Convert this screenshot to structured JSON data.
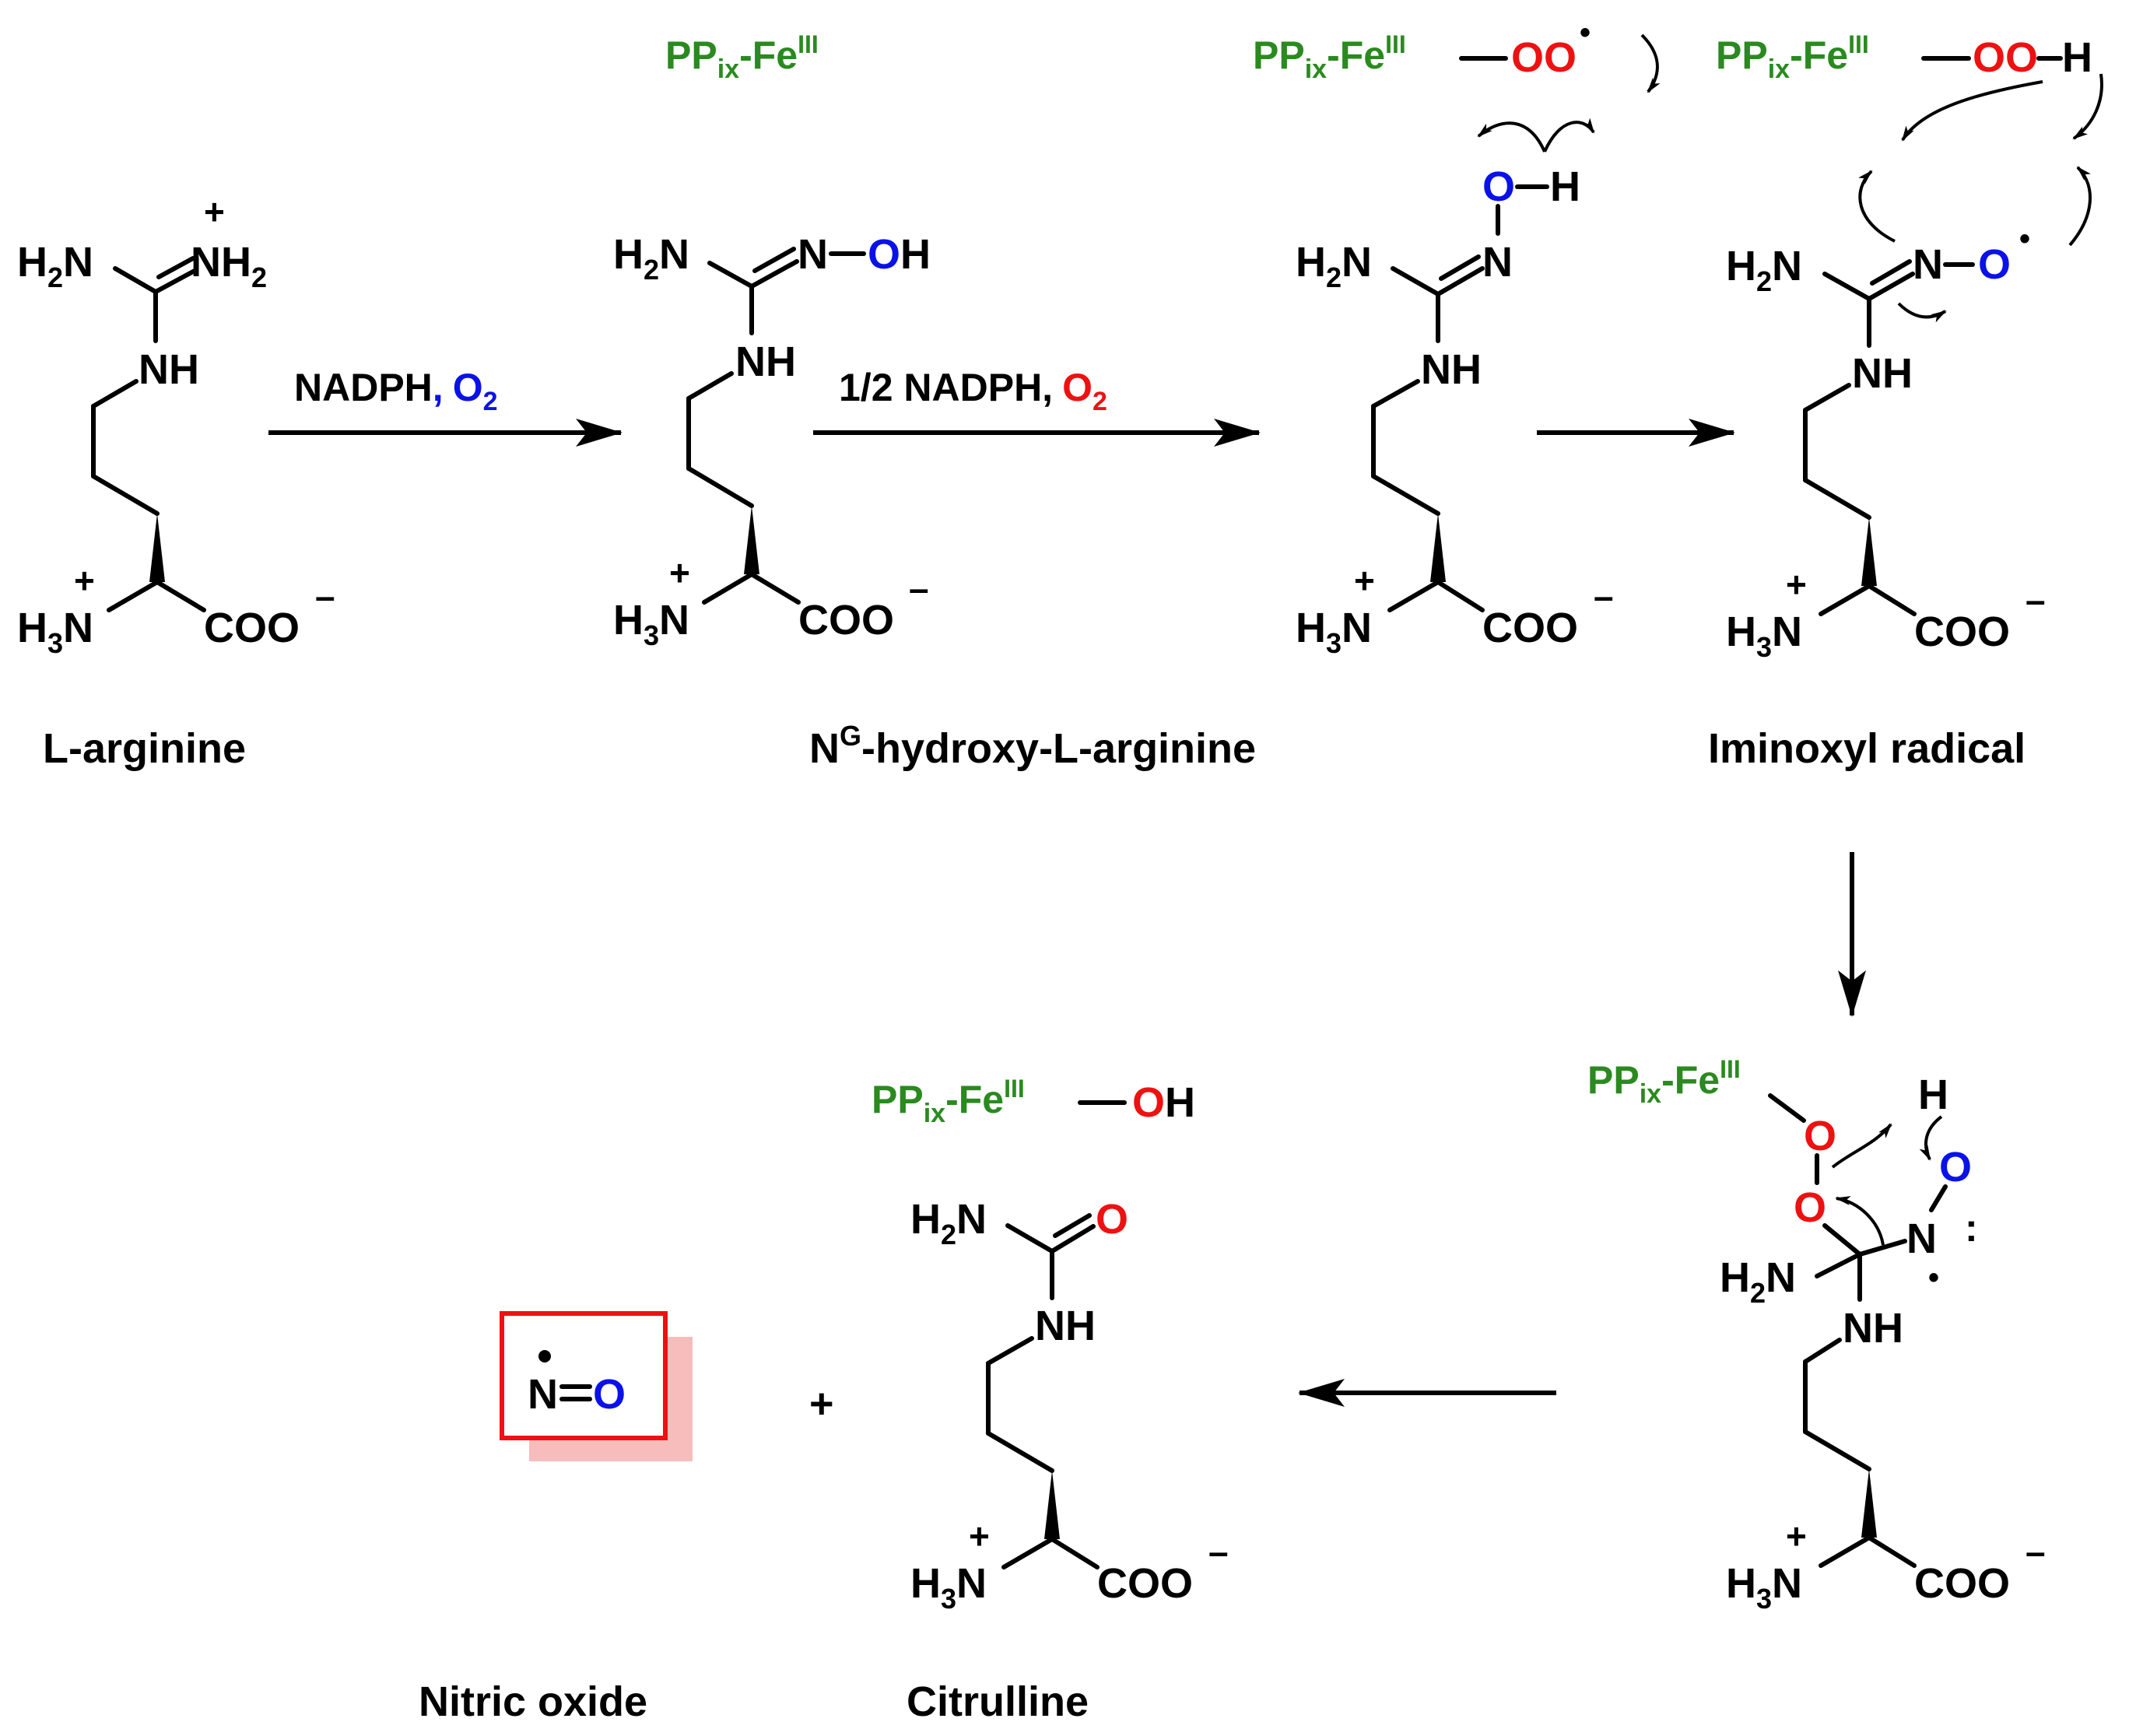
{
  "colors": {
    "black": "#000000",
    "blue": "#0a12e8",
    "red": "#ee1111",
    "green": "#2a8a1f",
    "box_shadow": "#f7bcbc"
  },
  "labels": {
    "arginine": "L-arginine",
    "hydroxy_pre": "N",
    "hydroxy_sup": "G",
    "hydroxy_post": "-hydroxy-L-arginine",
    "iminoxyl": "Iminoxyl radical",
    "nitric_oxide": "Nitric oxide",
    "citrulline": "Citrulline"
  },
  "reagents": {
    "step1_text": "NADPH",
    "step1_comma": ",",
    "step2_text": "1/2 NADPH,",
    "o2_O": "O",
    "o2_sub": "2"
  },
  "heme": {
    "pp": "PP",
    "ix": "ix",
    "fe": "-Fe",
    "ox": "III",
    "oo": "OO",
    "oh_O": "O",
    "oh_H": "H",
    "radical_dot": "•"
  },
  "atoms": {
    "H": "H",
    "N": "N",
    "O": "O",
    "NH": "NH",
    "NH2": "NH",
    "H2N": "H",
    "H3N": "H",
    "sub2": "2",
    "sub3": "3",
    "plus": "+",
    "minus": "–",
    "COO": "COO",
    "OH": "OH",
    "colon": ":"
  },
  "misc": {
    "plus_sign": "+"
  }
}
